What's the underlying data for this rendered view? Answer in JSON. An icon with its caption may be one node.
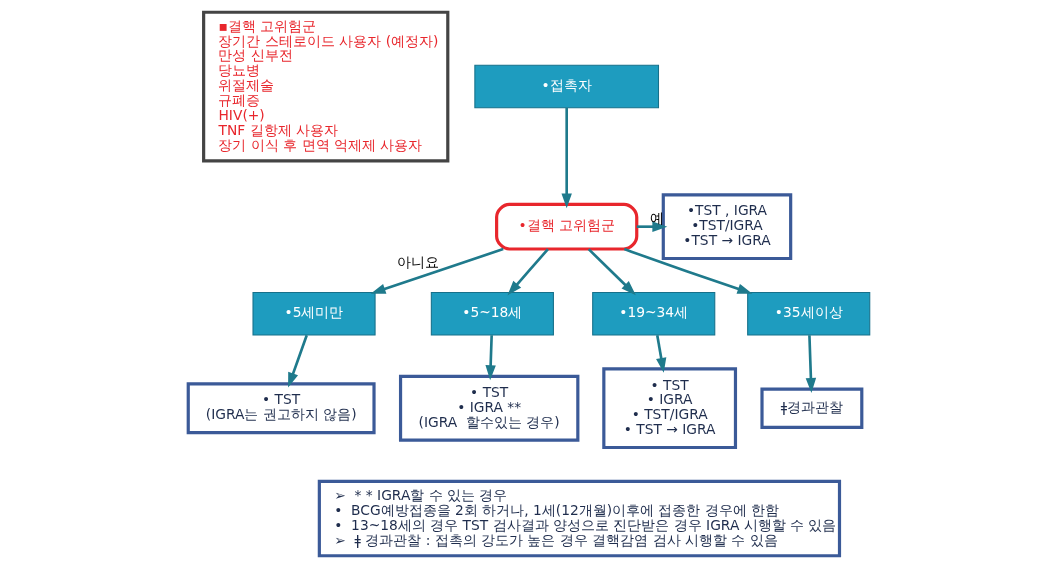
{
  "diagram": {
    "nodes": [
      {
        "text": [
          "▪결핵 고위험군",
          "장기간 스테로이드 사용자 (예정자)",
          "만성 신부전",
          "당뇨병",
          "위절제술",
          "규폐증",
          "HIV(+)",
          "TNF 길항제 사용자",
          "장기 이식 후 면역 억제제 사용자"
        ]
      },
      {
        "text": [
          "•접촉자"
        ]
      },
      {
        "text": [
          "•결핵 고위험군"
        ]
      },
      {
        "text": [
          "•TST , IGRA",
          "•TST/IGRA",
          "•TST → IGRA"
        ]
      },
      {
        "text": [
          "•5세미만"
        ]
      },
      {
        "text": [
          "•5~18세"
        ]
      },
      {
        "text": [
          "•19~34세"
        ]
      },
      {
        "text": [
          "•35세이상"
        ]
      },
      {
        "text": [
          "• TST",
          "(IGRA는 권고하지 않음)"
        ]
      },
      {
        "text": [
          "• TST",
          "• IGRA **",
          "(IGRA  할수있는 경우)"
        ]
      },
      {
        "text": [
          "• TST",
          "• IGRA",
          "• TST/IGRA",
          "• TST → IGRA"
        ]
      },
      {
        "text": [
          "ǂ경과관찰"
        ]
      },
      {
        "text": [
          "➢  * * IGRA할 수 있는 경우",
          "•  BCG예방접종을 2회 하거나, 1세(12개월)이후에 접종한 경우에 한함",
          "•  13~18세의 경우 TST 검사결과 양성으로 진단받은 경우 IGRA 시행할 수 있음",
          "➢  ǂ 경과관찰 : 접촉의 강도가 높은 경우 결핵감염 검사 시행할 수 있음"
        ]
      }
    ],
    "edges": [
      {
        "from": 1,
        "to": 2,
        "arrow": "to"
      },
      {
        "from": 2,
        "to": 3,
        "arrow": "to",
        "label": "예"
      },
      {
        "from": 2,
        "to": 4,
        "arrow": "to",
        "label": "아니요"
      },
      {
        "from": 2,
        "to": 5,
        "arrow": "to"
      },
      {
        "from": 2,
        "to": 6,
        "arrow": "to"
      },
      {
        "from": 2,
        "to": 7,
        "arrow": "to"
      },
      {
        "from": 4,
        "to": 8,
        "arrow": "to"
      },
      {
        "from": 5,
        "to": 9,
        "arrow": "to"
      },
      {
        "from": 6,
        "to": 10,
        "arrow": "to"
      },
      {
        "from": 7,
        "to": 11,
        "arrow": "to"
      }
    ]
  }
}
